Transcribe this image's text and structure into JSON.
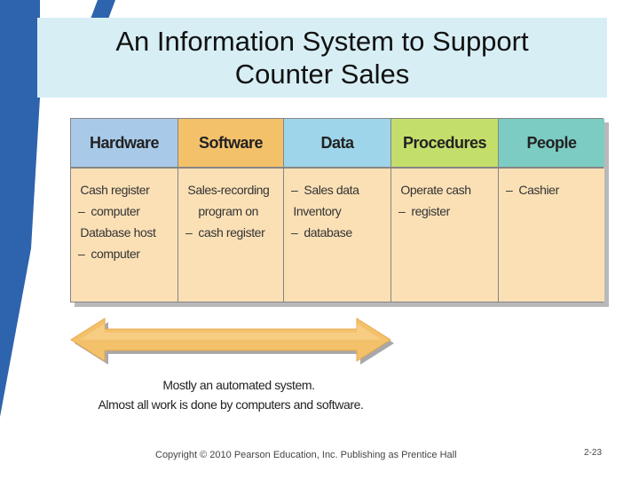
{
  "slide": {
    "title_line_1": "An Information System to Support",
    "title_line_2": "Counter Sales"
  },
  "table": {
    "columns": [
      {
        "header": "Hardware",
        "entries": [
          "Cash register computer",
          "Database host computer"
        ]
      },
      {
        "header": "Software",
        "entries": [
          "Sales-recording program on cash register"
        ]
      },
      {
        "header": "Data",
        "entries": [
          "Sales data",
          "Inventory database"
        ]
      },
      {
        "header": "Procedures",
        "entries": [
          "Operate cash register"
        ]
      },
      {
        "header": "People",
        "entries": [
          "Cashier"
        ]
      }
    ]
  },
  "caption": {
    "line_1": "Mostly an automated system.",
    "line_2": "Almost all work is done by computers and software."
  },
  "footer": {
    "copyright": "Copyright © 2010 Pearson Education, Inc. Publishing as Prentice Hall",
    "slide_number": "2-23"
  },
  "colors": {
    "title_background": "#d7eef5",
    "sidebar_blue": "#2e63ae",
    "hardware_header": "#a9c9e9",
    "software_header": "#f4c16b",
    "data_header": "#9fd5ea",
    "procedures_header": "#c4de6b",
    "people_header": "#7cccc3",
    "cell_background": "#fbe0b6",
    "arrow_fill": "#f4c16b"
  }
}
